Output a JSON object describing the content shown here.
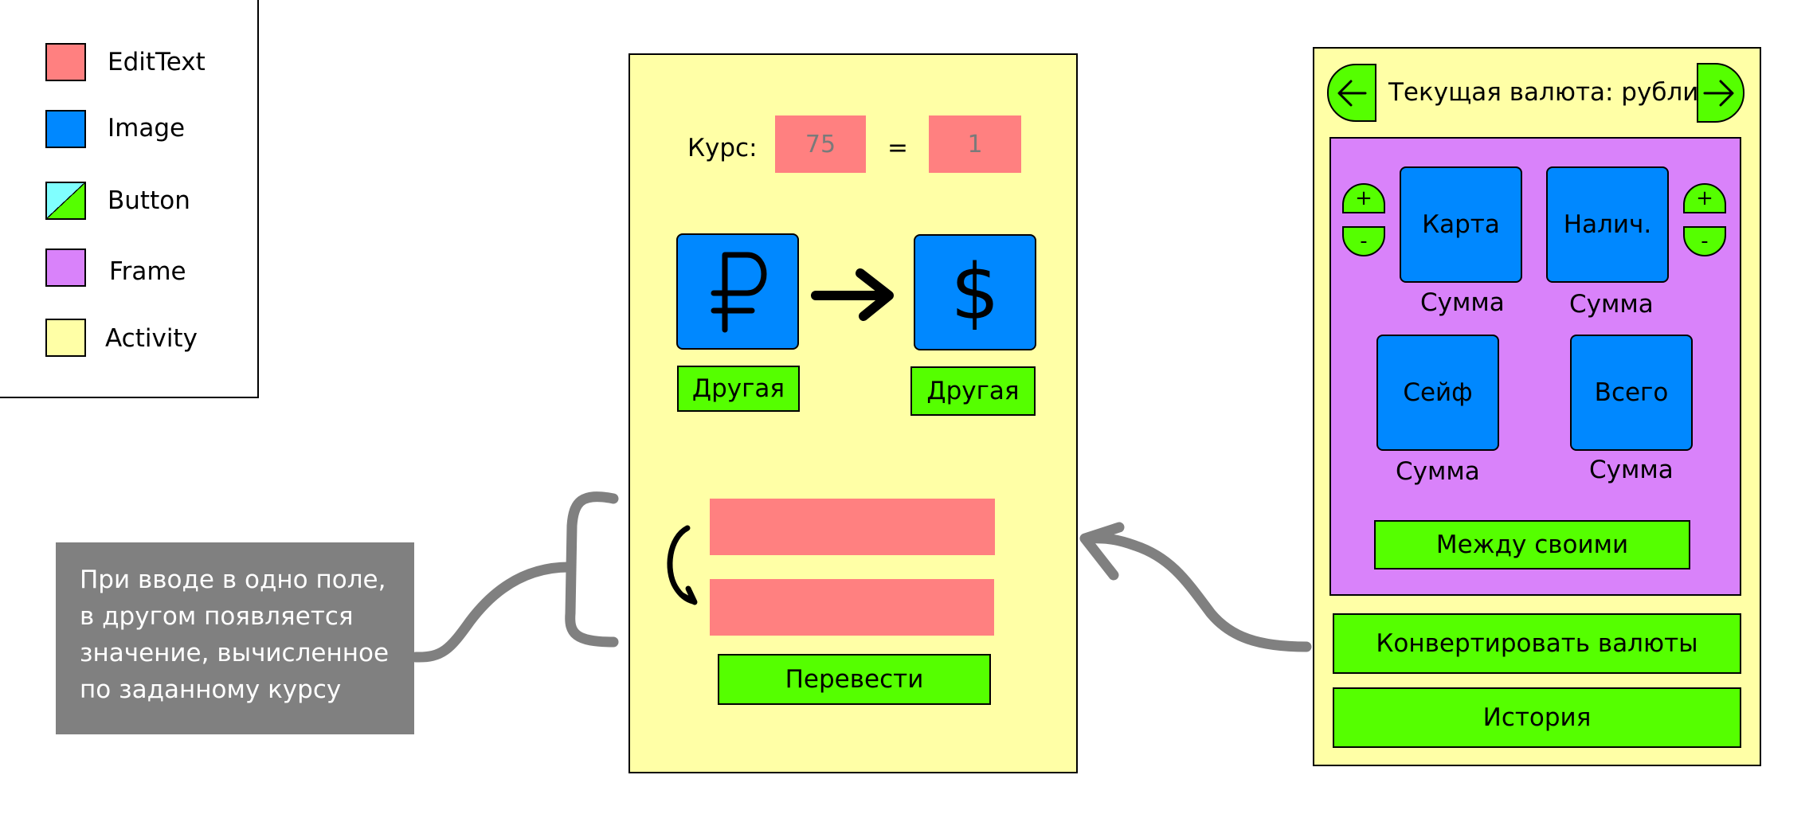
{
  "legend": {
    "items": [
      {
        "label": "EditText",
        "color": "#ff8080"
      },
      {
        "label": "Image",
        "color": "#0088ff"
      },
      {
        "label": "Button",
        "color": "#55ff00"
      },
      {
        "label": "Frame",
        "color": "#d982fa"
      },
      {
        "label": "Activity",
        "color": "#ffffa6"
      }
    ]
  },
  "note": {
    "lines": [
      "При вводе в одно поле,",
      "в другом появляется",
      "значение, вычисленное",
      "по заданному курсу"
    ]
  },
  "converter": {
    "rate_label": "Курс:",
    "rate_from": "75",
    "equals": "=",
    "rate_to": "1",
    "from_icon": "ruble-icon",
    "to_icon": "dollar-icon",
    "from_symbol": "₽",
    "to_symbol": "$",
    "other_left": "Другая",
    "other_right": "Другая",
    "translate_button": "Перевести"
  },
  "main": {
    "title": "Текущая валюта: рубли",
    "tiles": [
      {
        "label": "Карта",
        "caption": "Сумма"
      },
      {
        "label": "Налич.",
        "caption": "Сумма"
      },
      {
        "label": "Сейф",
        "caption": "Сумма"
      },
      {
        "label": "Всего",
        "caption": "Сумма"
      }
    ],
    "plus": "+",
    "minus": "-",
    "between_button": "Между своими",
    "convert_button": "Конвертировать валюты",
    "history_button": "История"
  },
  "colors": {
    "edittext": "#ff8080",
    "image": "#0088ff",
    "button": "#55ff00",
    "button_alt": "#80ffff",
    "frame": "#d982fa",
    "activity": "#ffffa6",
    "note": "#808080",
    "connector": "#808080"
  }
}
